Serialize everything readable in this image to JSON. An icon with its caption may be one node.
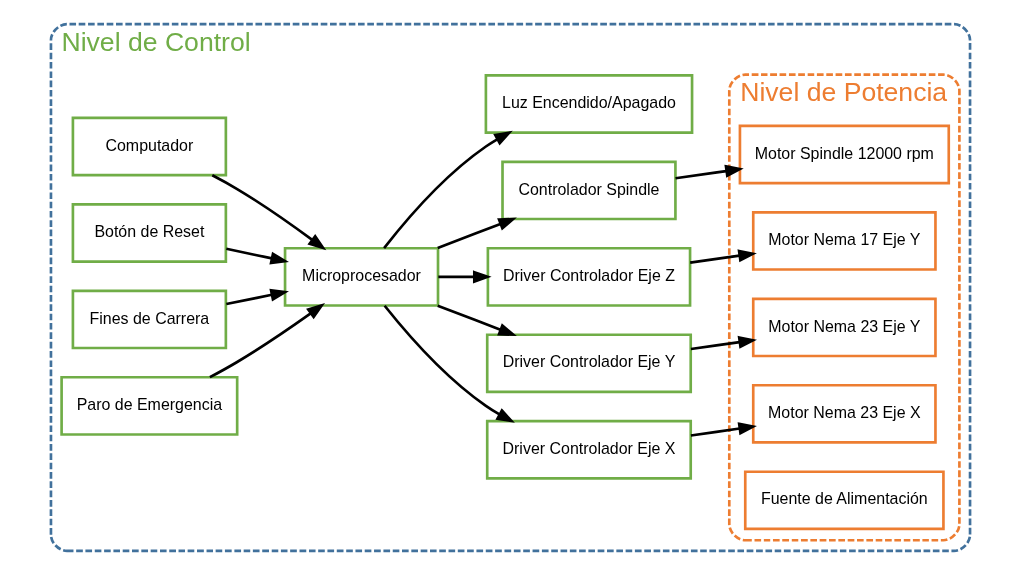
{
  "diagram": {
    "nodes": [
      {
        "text": [
          "Nivel de Control"
        ]
      },
      {
        "text": [
          "Computador"
        ],
        "in": 0
      },
      {
        "text": [
          "Microprocesador"
        ],
        "in": 0
      },
      {
        "text": [
          "Driver Controlador Eje X"
        ],
        "in": 0
      },
      {
        "text": [
          "Driver Controlador Eje Y"
        ],
        "in": 0
      },
      {
        "text": [
          "Driver Controlador Eje Z"
        ],
        "in": 0
      },
      {
        "text": [
          "Controlador Spindle"
        ],
        "in": 0
      },
      {
        "text": [
          "Nivel de Potencia"
        ],
        "in": 0
      },
      {
        "text": [
          "Motor Nema 23 Eje X"
        ],
        "in": 7
      },
      {
        "text": [
          "Motor Nema 23 Eje Y"
        ],
        "in": 7
      },
      {
        "text": [
          "Motor Nema 17 Eje Y"
        ],
        "in": 7
      },
      {
        "text": [
          "Motor Spindle 12000 rpm"
        ],
        "in": 7
      },
      {
        "text": [
          "Fuente de Alimentación"
        ],
        "in": 7
      },
      {
        "text": [
          "Luz Encendido/Apagado"
        ],
        "in": 0
      },
      {
        "text": [
          "Botón de Reset"
        ],
        "in": 0
      },
      {
        "text": [
          "Fines de Carrera"
        ],
        "in": 0
      },
      {
        "text": [
          "Paro de Emergencia"
        ],
        "in": 0
      }
    ],
    "edges": [
      {
        "from": 1,
        "to": 2,
        "arrow": "to"
      },
      {
        "from": 2,
        "to": 3,
        "arrow": "to"
      },
      {
        "from": 2,
        "to": 4,
        "arrow": "to"
      },
      {
        "from": 2,
        "to": 5,
        "arrow": "to"
      },
      {
        "from": 2,
        "to": 6,
        "arrow": "to"
      },
      {
        "from": 3,
        "to": 8,
        "arrow": "to"
      },
      {
        "from": 4,
        "to": 9,
        "arrow": "to"
      },
      {
        "from": 5,
        "to": 10,
        "arrow": "to"
      },
      {
        "from": 6,
        "to": 11,
        "arrow": "to"
      },
      {
        "from": 2,
        "to": 13,
        "arrow": "to"
      },
      {
        "from": 14,
        "to": 2,
        "arrow": "to"
      },
      {
        "from": 15,
        "to": 2,
        "arrow": "to"
      },
      {
        "from": 16,
        "to": 2,
        "arrow": "to"
      }
    ]
  }
}
